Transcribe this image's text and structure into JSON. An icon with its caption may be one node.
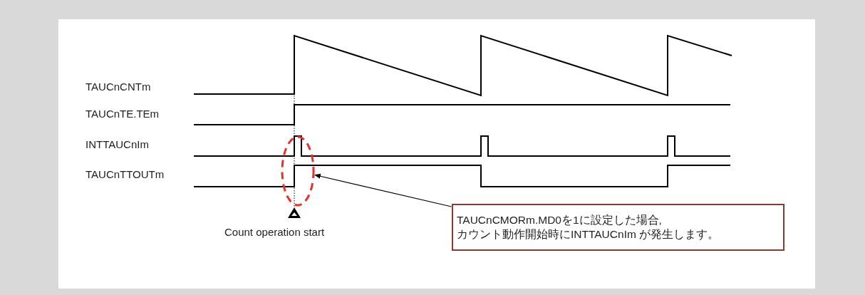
{
  "diagram": {
    "nodes": [
      {
        "text": [
          "TAUCnCMORm.MD0を1に設定した場合, カウント動作開始時にINTTAUCnIm が発生します。"
        ]
      },
      {
        "text": [],
        "shape": "ellipse"
      }
    ],
    "edges": [
      {
        "from": 0,
        "to": 1,
        "arrow": "to"
      }
    ],
    "labels": [
      "TAUCnCNTm",
      "TAUCnTE.TEm",
      "INTTAUCnIm",
      "TAUCnTTOUTm",
      "Count operation start"
    ]
  }
}
